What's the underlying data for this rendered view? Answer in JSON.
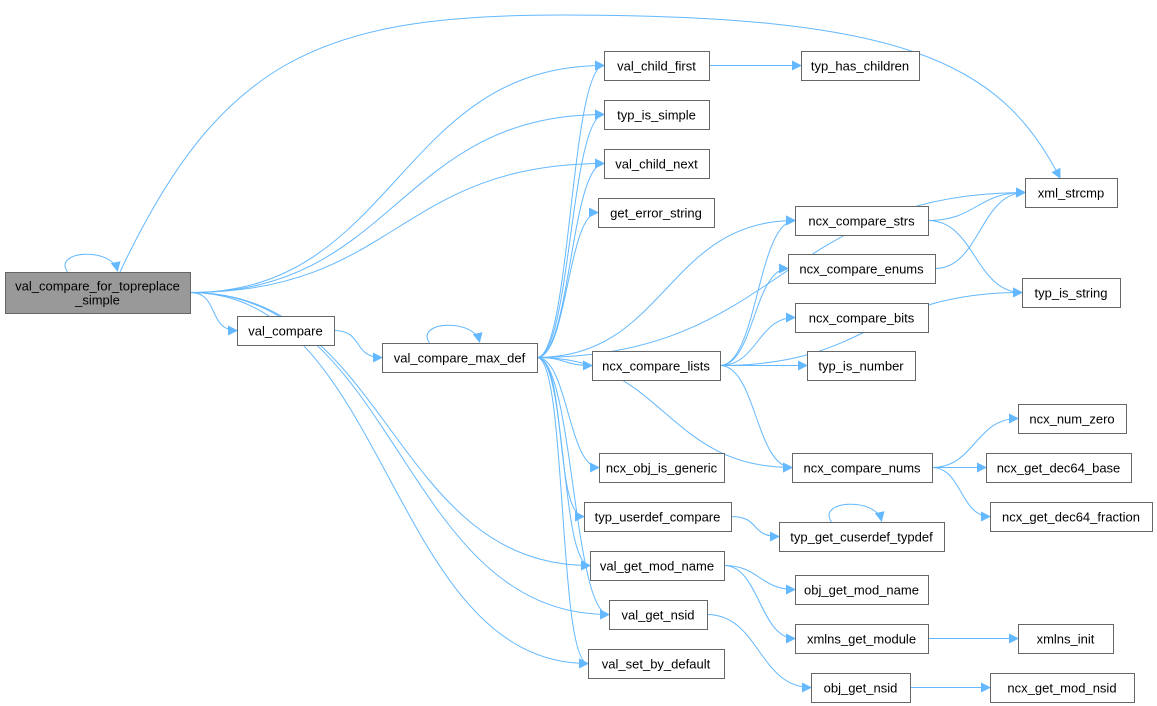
{
  "graph": {
    "type": "call-graph",
    "edge_color": "#63b8ff",
    "root_fill": "#999999",
    "nodes": [
      {
        "id": "root",
        "label": [
          "val_compare_for_topreplace",
          "_simple"
        ],
        "root": true
      },
      {
        "id": "val_compare",
        "label": [
          "val_compare"
        ]
      },
      {
        "id": "val_compare_max_def",
        "label": [
          "val_compare_max_def"
        ]
      },
      {
        "id": "val_child_first",
        "label": [
          "val_child_first"
        ]
      },
      {
        "id": "typ_has_children",
        "label": [
          "typ_has_children"
        ]
      },
      {
        "id": "typ_is_simple",
        "label": [
          "typ_is_simple"
        ]
      },
      {
        "id": "val_child_next",
        "label": [
          "val_child_next"
        ]
      },
      {
        "id": "get_error_string",
        "label": [
          "get_error_string"
        ]
      },
      {
        "id": "xml_strcmp",
        "label": [
          "xml_strcmp"
        ]
      },
      {
        "id": "ncx_compare_strs",
        "label": [
          "ncx_compare_strs"
        ]
      },
      {
        "id": "ncx_compare_enums",
        "label": [
          "ncx_compare_enums"
        ]
      },
      {
        "id": "typ_is_string",
        "label": [
          "typ_is_string"
        ]
      },
      {
        "id": "ncx_compare_bits",
        "label": [
          "ncx_compare_bits"
        ]
      },
      {
        "id": "ncx_compare_lists",
        "label": [
          "ncx_compare_lists"
        ]
      },
      {
        "id": "typ_is_number",
        "label": [
          "typ_is_number"
        ]
      },
      {
        "id": "ncx_num_zero",
        "label": [
          "ncx_num_zero"
        ]
      },
      {
        "id": "ncx_compare_nums",
        "label": [
          "ncx_compare_nums"
        ]
      },
      {
        "id": "ncx_get_dec64_base",
        "label": [
          "ncx_get_dec64_base"
        ]
      },
      {
        "id": "ncx_get_dec64_fraction",
        "label": [
          "ncx_get_dec64_fraction"
        ]
      },
      {
        "id": "ncx_obj_is_generic",
        "label": [
          "ncx_obj_is_generic"
        ]
      },
      {
        "id": "typ_userdef_compare",
        "label": [
          "typ_userdef_compare"
        ]
      },
      {
        "id": "typ_get_cuserdef_typdef",
        "label": [
          "typ_get_cuserdef_typdef"
        ]
      },
      {
        "id": "val_get_mod_name",
        "label": [
          "val_get_mod_name"
        ]
      },
      {
        "id": "obj_get_mod_name",
        "label": [
          "obj_get_mod_name"
        ]
      },
      {
        "id": "val_get_nsid",
        "label": [
          "val_get_nsid"
        ]
      },
      {
        "id": "xmlns_get_module",
        "label": [
          "xmlns_get_module"
        ]
      },
      {
        "id": "xmlns_init",
        "label": [
          "xmlns_init"
        ]
      },
      {
        "id": "val_set_by_default",
        "label": [
          "val_set_by_default"
        ]
      },
      {
        "id": "obj_get_nsid",
        "label": [
          "obj_get_nsid"
        ]
      },
      {
        "id": "ncx_get_mod_nsid",
        "label": [
          "ncx_get_mod_nsid"
        ]
      }
    ],
    "edges": [
      [
        "root",
        "root"
      ],
      [
        "root",
        "val_child_first"
      ],
      [
        "root",
        "typ_is_simple"
      ],
      [
        "root",
        "val_child_next"
      ],
      [
        "root",
        "xml_strcmp"
      ],
      [
        "root",
        "val_compare"
      ],
      [
        "root",
        "val_get_mod_name"
      ],
      [
        "root",
        "val_get_nsid"
      ],
      [
        "root",
        "val_set_by_default"
      ],
      [
        "val_compare",
        "val_compare_max_def"
      ],
      [
        "val_compare_max_def",
        "val_compare_max_def"
      ],
      [
        "val_compare_max_def",
        "val_child_first"
      ],
      [
        "val_compare_max_def",
        "typ_is_simple"
      ],
      [
        "val_compare_max_def",
        "val_child_next"
      ],
      [
        "val_compare_max_def",
        "get_error_string"
      ],
      [
        "val_compare_max_def",
        "xml_strcmp"
      ],
      [
        "val_compare_max_def",
        "ncx_compare_strs"
      ],
      [
        "val_compare_max_def",
        "ncx_compare_lists"
      ],
      [
        "val_compare_max_def",
        "ncx_compare_nums"
      ],
      [
        "val_compare_max_def",
        "ncx_obj_is_generic"
      ],
      [
        "val_compare_max_def",
        "typ_userdef_compare"
      ],
      [
        "val_compare_max_def",
        "val_get_mod_name"
      ],
      [
        "val_compare_max_def",
        "val_get_nsid"
      ],
      [
        "val_compare_max_def",
        "val_set_by_default"
      ],
      [
        "val_child_first",
        "typ_has_children"
      ],
      [
        "ncx_compare_strs",
        "xml_strcmp"
      ],
      [
        "ncx_compare_strs",
        "typ_is_string"
      ],
      [
        "ncx_compare_enums",
        "xml_strcmp"
      ],
      [
        "ncx_compare_lists",
        "ncx_compare_strs"
      ],
      [
        "ncx_compare_lists",
        "ncx_compare_enums"
      ],
      [
        "ncx_compare_lists",
        "ncx_compare_bits"
      ],
      [
        "ncx_compare_lists",
        "typ_is_number"
      ],
      [
        "ncx_compare_lists",
        "typ_is_string"
      ],
      [
        "ncx_compare_lists",
        "ncx_compare_nums"
      ],
      [
        "ncx_compare_nums",
        "ncx_num_zero"
      ],
      [
        "ncx_compare_nums",
        "ncx_get_dec64_base"
      ],
      [
        "ncx_compare_nums",
        "ncx_get_dec64_fraction"
      ],
      [
        "typ_userdef_compare",
        "typ_get_cuserdef_typdef"
      ],
      [
        "typ_get_cuserdef_typdef",
        "typ_get_cuserdef_typdef"
      ],
      [
        "val_get_mod_name",
        "obj_get_mod_name"
      ],
      [
        "val_get_mod_name",
        "xmlns_get_module"
      ],
      [
        "xmlns_get_module",
        "xmlns_init"
      ],
      [
        "val_get_nsid",
        "obj_get_nsid"
      ],
      [
        "obj_get_nsid",
        "ncx_get_mod_nsid"
      ]
    ]
  }
}
